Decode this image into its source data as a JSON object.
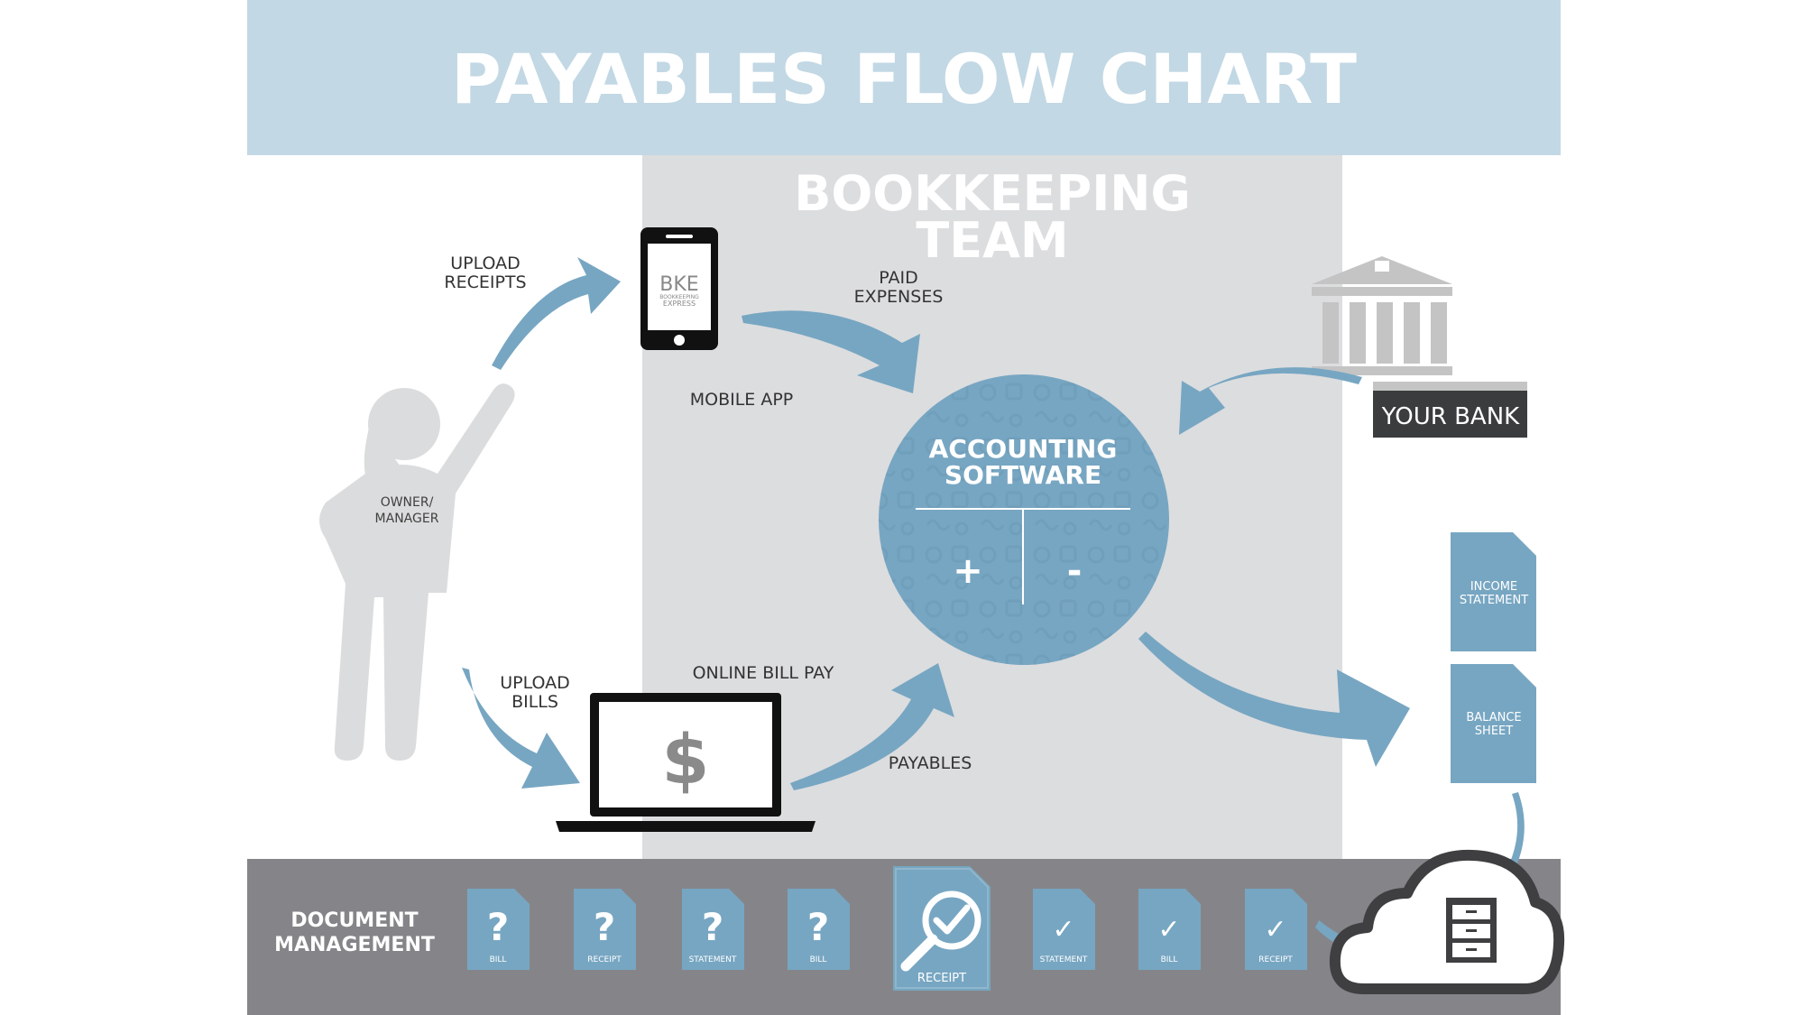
{
  "title": "PAYABLES FLOW CHART",
  "bookkeeping_team": {
    "line1": "BOOKKEEPING",
    "line2": "TEAM"
  },
  "labels": {
    "upload_receipts": {
      "line1": "UPLOAD",
      "line2": "RECEIPTS"
    },
    "paid_expenses": {
      "line1": "PAID",
      "line2": "EXPENSES"
    },
    "mobile_app": "MOBILE APP",
    "owner_manager": {
      "line1": "OWNER/",
      "line2": "MANAGER"
    },
    "upload_bills": {
      "line1": "UPLOAD",
      "line2": "BILLS"
    },
    "online_bill_pay": "ONLINE BILL PAY",
    "payables": "PAYABLES"
  },
  "phone": {
    "logo": "BKE",
    "sub1": "BOOKKEEPING",
    "sub2": "EXPRESS"
  },
  "laptop": {
    "symbol": "$"
  },
  "accounting": {
    "line1": "ACCOUNTING",
    "line2": "SOFTWARE",
    "plus": "+",
    "minus": "-"
  },
  "bank": {
    "label": "YOUR BANK",
    "icon": "bank-icon"
  },
  "reports": {
    "income": {
      "line1": "INCOME",
      "line2": "STATEMENT"
    },
    "balance": {
      "line1": "BALANCE",
      "line2": "SHEET"
    }
  },
  "document_management": {
    "title": {
      "line1": "DOCUMENT",
      "line2": "MANAGEMENT"
    },
    "docs": [
      {
        "mark": "?",
        "label": "BILL",
        "icon": "question-icon"
      },
      {
        "mark": "?",
        "label": "RECEIPT",
        "icon": "question-icon"
      },
      {
        "mark": "?",
        "label": "STATEMENT",
        "icon": "question-icon"
      },
      {
        "mark": "?",
        "label": "BILL",
        "icon": "question-icon"
      },
      {
        "mark": "",
        "label": "RECEIPT",
        "icon": "magnifier-check-icon"
      },
      {
        "mark": "✓",
        "label": "STATEMENT",
        "icon": "check-icon"
      },
      {
        "mark": "✓",
        "label": "BILL",
        "icon": "check-icon"
      },
      {
        "mark": "✓",
        "label": "RECEIPT",
        "icon": "check-icon"
      }
    ],
    "cloud_icon": "cloud-cabinet-icon"
  },
  "colors": {
    "header": "#c2d8e4",
    "title_text": "#ffffff",
    "team_band": "#dcdddf",
    "accent": "#77a6c2",
    "figure": "#dbdcdd",
    "footer": "#858589",
    "dark": "#1a1a1a",
    "bank_gray": "#c4c4c4",
    "bank_label_bg": "#3b3c3e"
  }
}
